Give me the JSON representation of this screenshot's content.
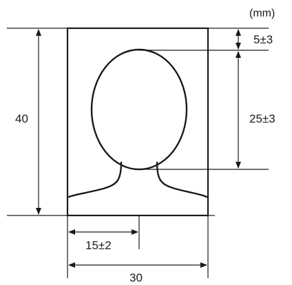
{
  "diagram": {
    "unit_label": "(mm)",
    "dims": {
      "total_height": "40",
      "top_margin": "5±3",
      "face_height": "25±3",
      "center_offset": "15±2",
      "total_width": "30"
    }
  }
}
